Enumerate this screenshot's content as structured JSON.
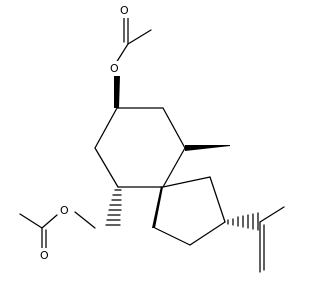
{
  "structure": {
    "atoms": {
      "o_carbonyl_top": "O",
      "o_ester_top": "O",
      "o_ester_bottom": "O",
      "o_carbonyl_bottom": "O"
    }
  },
  "colors": {
    "ink": "#000000",
    "background": "#ffffff"
  }
}
